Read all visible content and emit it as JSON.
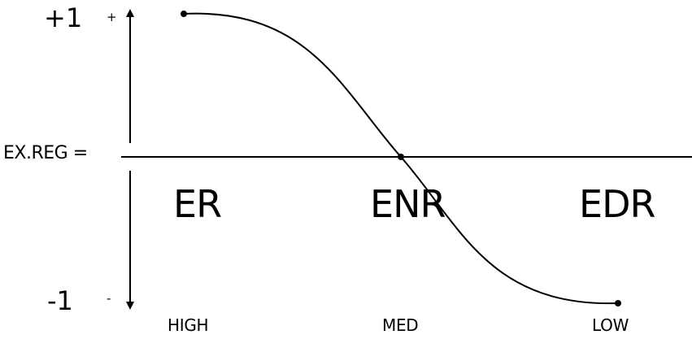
{
  "diagram": {
    "top_value": "+1",
    "top_sign": "+",
    "bottom_value": "-1",
    "bottom_sign": "-",
    "equation": "EX.REG  =",
    "regions": [
      "ER",
      "ENR",
      "EDR"
    ],
    "x_categories": [
      "HIGH",
      "MED",
      "LOW"
    ]
  },
  "colors": {
    "stroke": "#000000",
    "background": "#ffffff"
  }
}
